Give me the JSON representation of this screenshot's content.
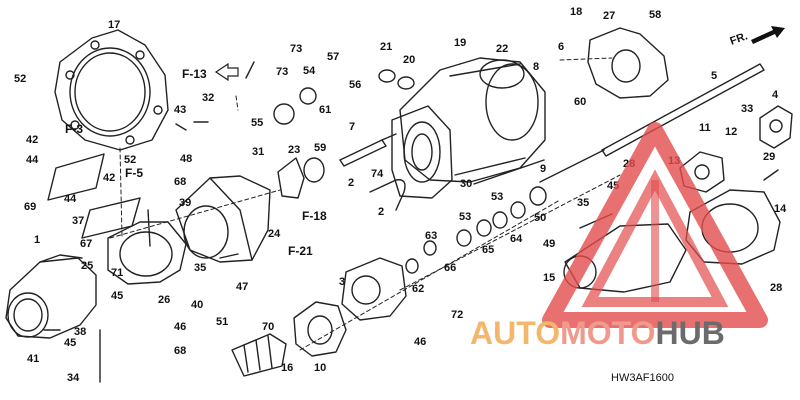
{
  "diagram": {
    "code": "HW3AF1600",
    "front_indicator": "FR.",
    "ref_labels": [
      "F-13",
      "F-3",
      "F-5",
      "F-18",
      "F-21"
    ],
    "part_numbers": [
      "17",
      "52",
      "42",
      "44",
      "69",
      "1",
      "37",
      "67",
      "25",
      "71",
      "45",
      "38",
      "41",
      "34",
      "45",
      "46",
      "68",
      "43",
      "32",
      "48",
      "68",
      "52",
      "42",
      "44",
      "39",
      "35",
      "40",
      "47",
      "51",
      "26",
      "73",
      "73",
      "54",
      "55",
      "57",
      "56",
      "61",
      "21",
      "20",
      "19",
      "22",
      "7",
      "31",
      "23",
      "59",
      "24",
      "2",
      "74",
      "2",
      "18",
      "6",
      "8",
      "60",
      "27",
      "58",
      "5",
      "4",
      "33",
      "11",
      "12",
      "13",
      "28",
      "29",
      "45",
      "30",
      "9",
      "53",
      "53",
      "50",
      "63",
      "66",
      "65",
      "64",
      "35",
      "49",
      "15",
      "14",
      "28",
      "3",
      "62",
      "72",
      "46",
      "70",
      "16",
      "10"
    ]
  },
  "watermark": {
    "brand_part1": "AUTO",
    "brand_part2": "MOTO",
    "brand_part3": "HUB"
  },
  "colors": {
    "line": "#222222",
    "watermark_triangle": "#e34c4c",
    "watermark_orange": "#f3b76b",
    "watermark_pink": "#ef9a8d",
    "watermark_gray": "#6b6b6b"
  }
}
